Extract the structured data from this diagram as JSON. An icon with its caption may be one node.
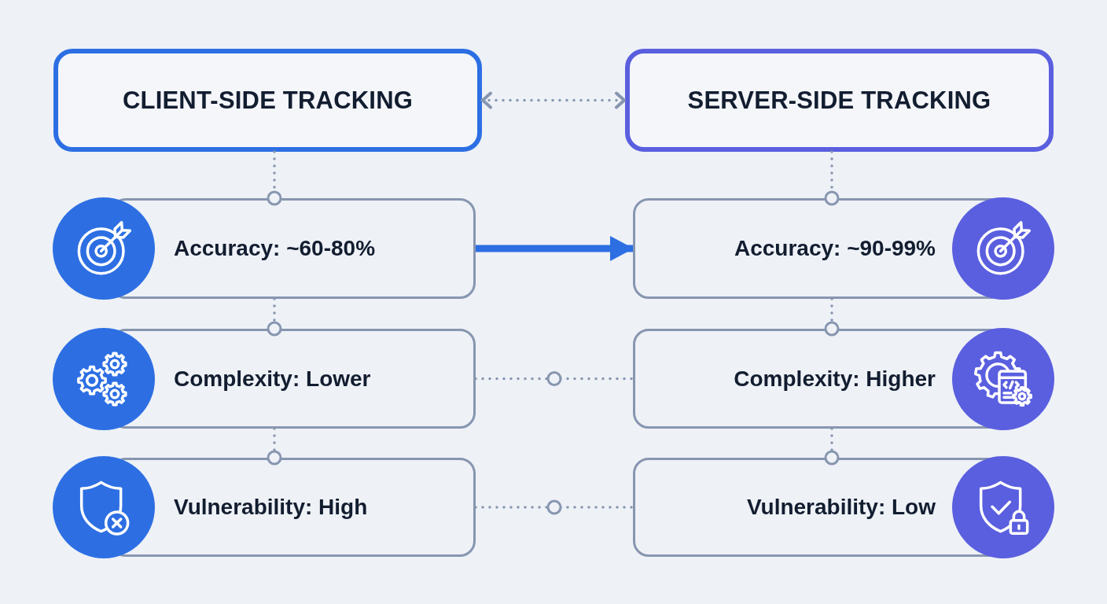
{
  "diagram": {
    "nodes": [
      {
        "text": [
          "CLIENT-SIDE TRACKING"
        ]
      },
      {
        "text": [
          "SERVER-SIDE TRACKING"
        ]
      },
      {
        "text": [
          "Accuracy: ~60-80%"
        ]
      },
      {
        "text": [
          "Accuracy: ~90-99%"
        ]
      },
      {
        "text": [
          "Complexity: Lower"
        ]
      },
      {
        "text": [
          "Complexity: Higher"
        ]
      },
      {
        "text": [
          "Vulnerability: High"
        ]
      },
      {
        "text": [
          "Vulnerability: Low"
        ]
      }
    ],
    "edges": [
      {
        "from": 0,
        "to": 1,
        "arrow": "both",
        "style": "dashed"
      },
      {
        "from": 0,
        "to": 2,
        "arrow": "other",
        "style": "dashed"
      },
      {
        "from": 2,
        "to": 4,
        "arrow": "other",
        "style": "dashed"
      },
      {
        "from": 4,
        "to": 6,
        "arrow": "other",
        "style": "dashed"
      },
      {
        "from": 1,
        "to": 3,
        "arrow": "other",
        "style": "dashed"
      },
      {
        "from": 3,
        "to": 5,
        "arrow": "other",
        "style": "dashed"
      },
      {
        "from": 5,
        "to": 7,
        "arrow": "other",
        "style": "dashed"
      },
      {
        "from": 2,
        "to": 3,
        "arrow": "to",
        "style": "thick",
        "color": "#2d6fe3"
      },
      {
        "from": 4,
        "to": 5,
        "arrow": "none",
        "style": "dashed"
      },
      {
        "from": 6,
        "to": 7,
        "arrow": "none",
        "style": "dashed"
      }
    ]
  }
}
